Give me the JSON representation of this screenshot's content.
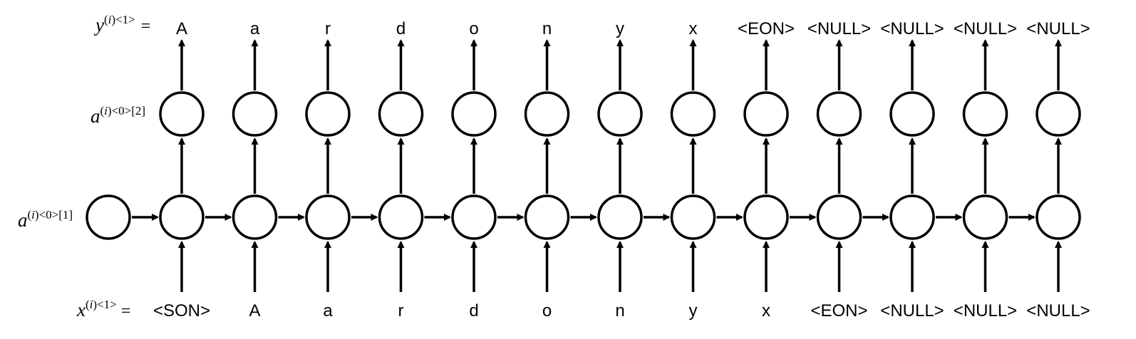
{
  "labels": {
    "y": {
      "var": "y",
      "sup_pre": "(",
      "sup_i": "i",
      "sup_post": ")<1>",
      "eq": "="
    },
    "a2": {
      "var": "a",
      "sup_pre": "(",
      "sup_i": "i",
      "sup_post": ")<0>[2]"
    },
    "a1": {
      "var": "a",
      "sup_pre": "(",
      "sup_i": "i",
      "sup_post": ")<0>[1]"
    },
    "x": {
      "var": "x",
      "sup_pre": "(",
      "sup_i": "i",
      "sup_post": ")<1>",
      "eq": "="
    }
  },
  "y_tokens": [
    "A",
    "a",
    "r",
    "d",
    "o",
    "n",
    "y",
    "x",
    "<EON>",
    "<NULL>",
    "<NULL>",
    "<NULL>",
    "<NULL>"
  ],
  "x_tokens": [
    "<SON>",
    "A",
    "a",
    "r",
    "d",
    "o",
    "n",
    "y",
    "x",
    "<EON>",
    "<NULL>",
    "<NULL>",
    "<NULL>"
  ],
  "colors": {
    "stroke": "#000000",
    "background": "#ffffff"
  }
}
